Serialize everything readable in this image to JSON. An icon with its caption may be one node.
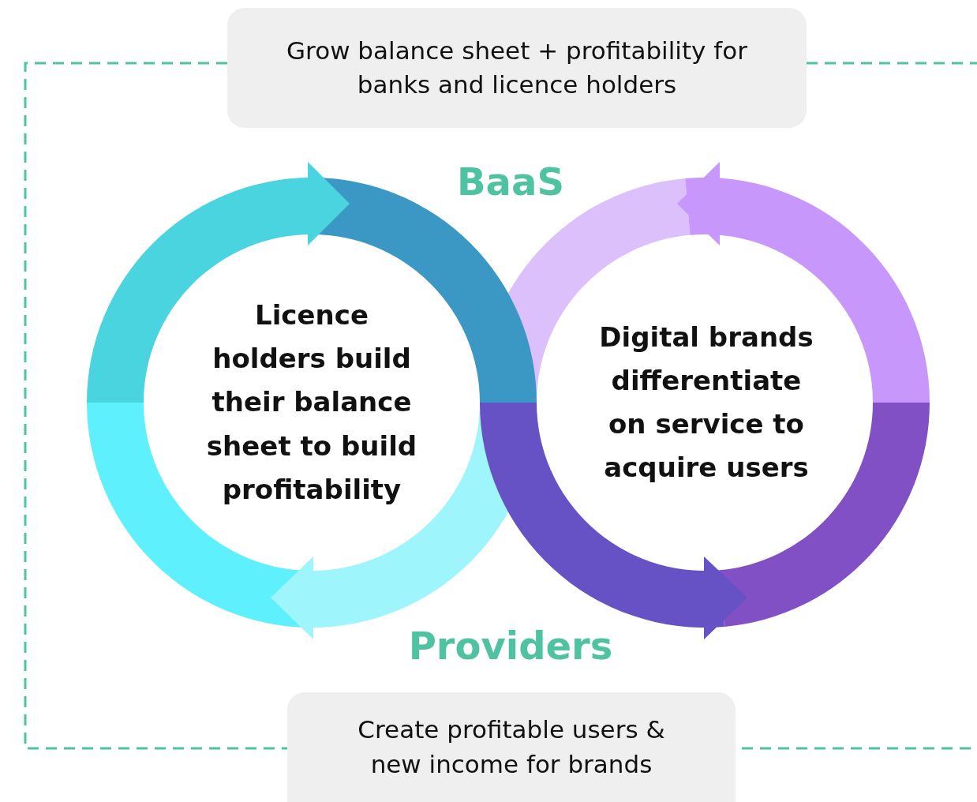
{
  "diagram": {
    "nodes": [
      {
        "text": [
          "Grow balance sheet + profitability for banks and licence holders"
        ]
      },
      {
        "text": [
          "Licence holders build their balance sheet to build profitability"
        ]
      },
      {
        "text": [
          "Digital brands differentiate on service to acquire users"
        ]
      },
      {
        "text": [
          "Create profitable users & new income for brands"
        ]
      }
    ],
    "edges": [
      {
        "from": 0,
        "to": 3,
        "arrow": "none",
        "style": "dashed"
      },
      {
        "from": 0,
        "to": 3,
        "arrow": "none",
        "style": "dashed"
      }
    ],
    "labels": [
      "BaaS",
      "Providers"
    ]
  }
}
